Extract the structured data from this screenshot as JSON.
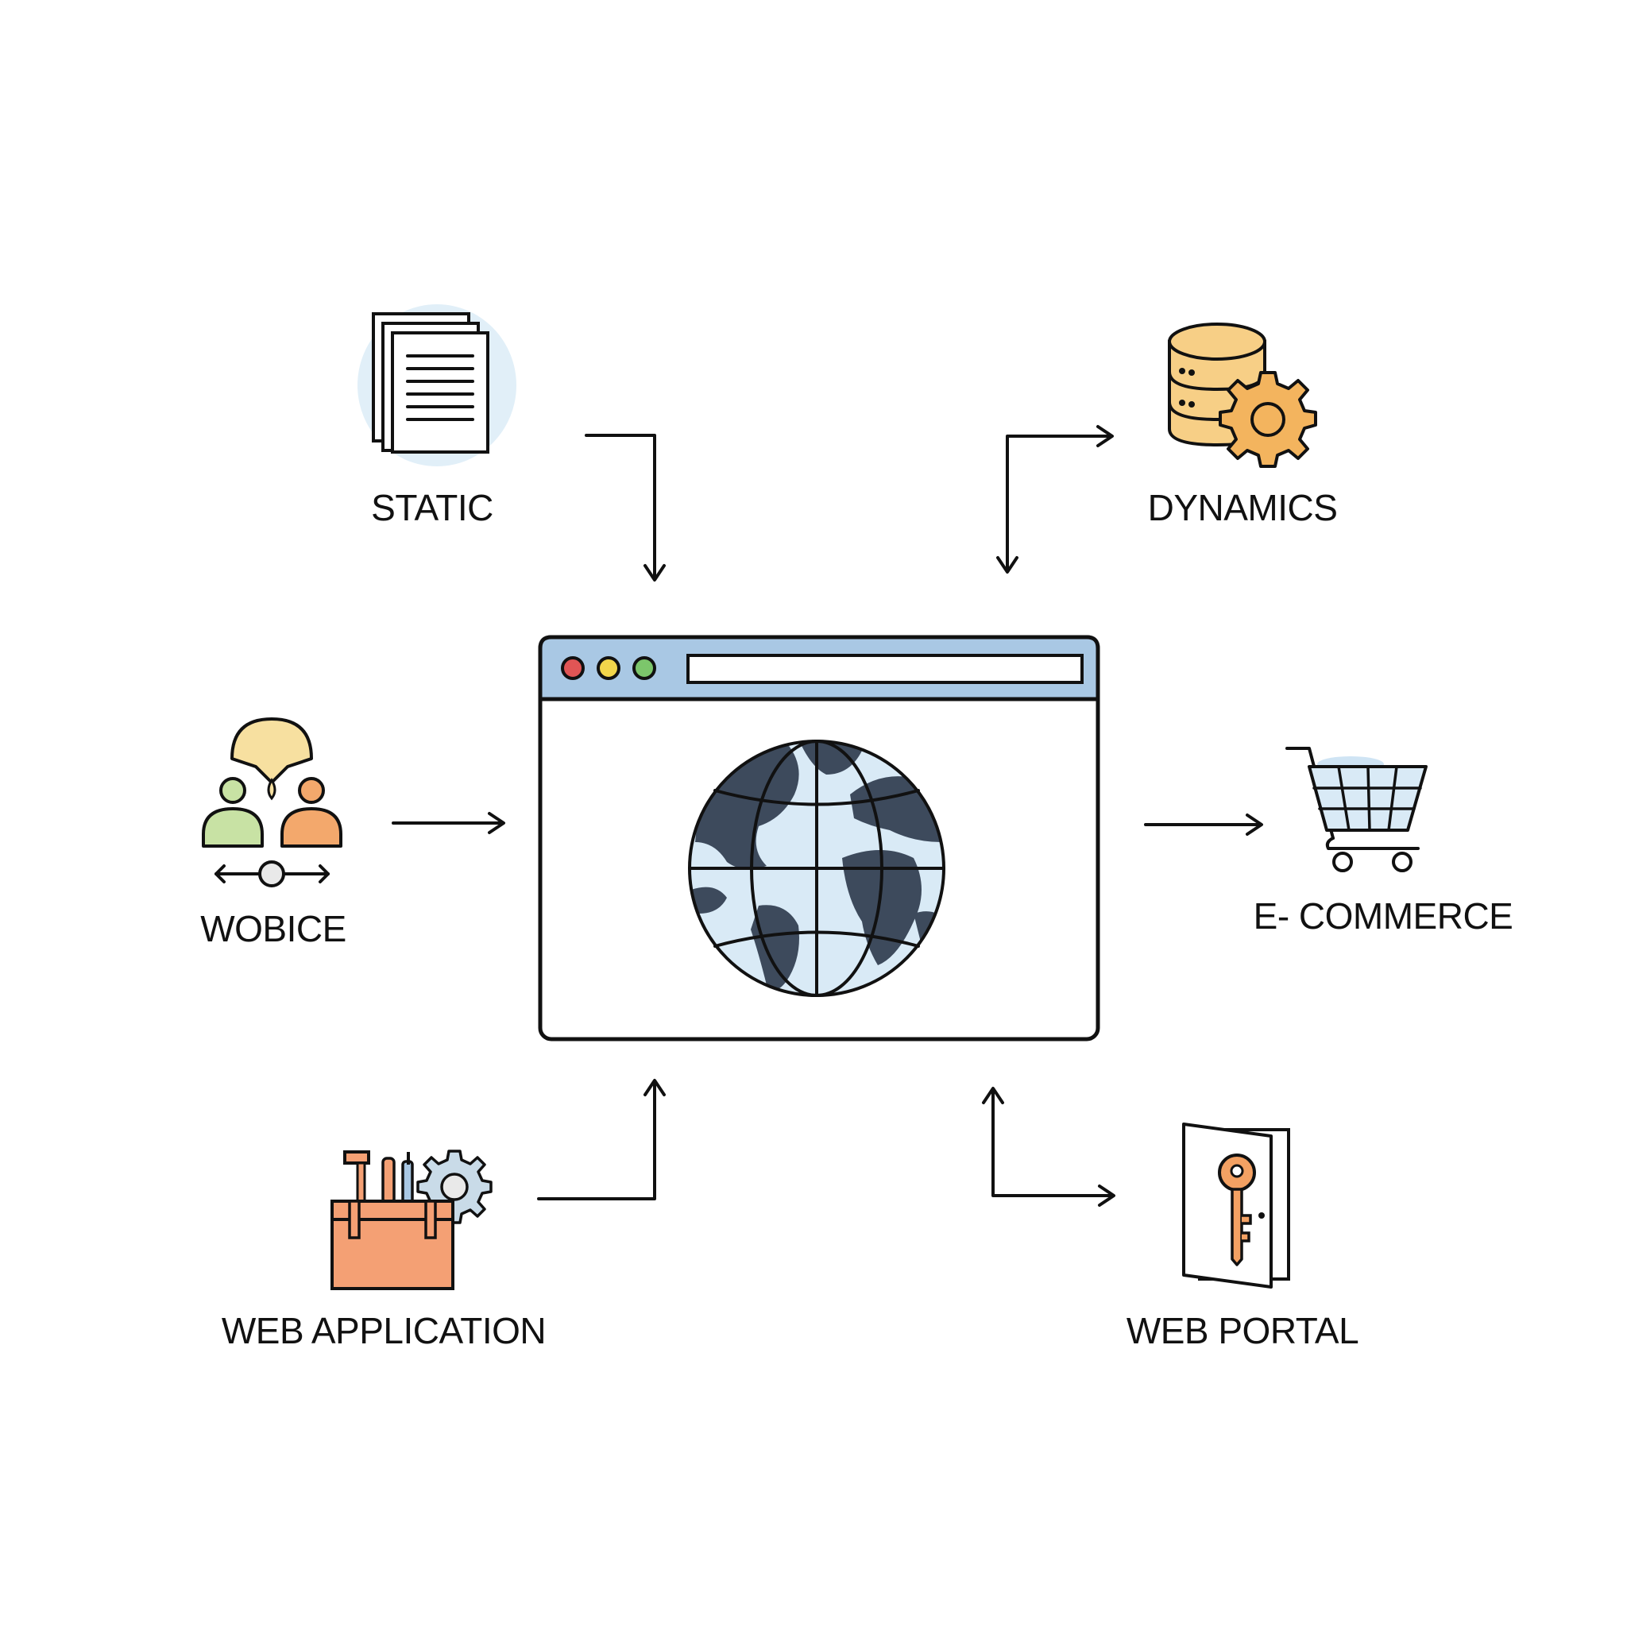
{
  "nodes": {
    "static": {
      "label": "STATIC",
      "icon": "documents-icon"
    },
    "dynamics": {
      "label": "DYNAMICS",
      "icon": "database-gear-icon"
    },
    "wobice": {
      "label": "WOBICE",
      "icon": "people-collaboration-icon"
    },
    "ecommerce": {
      "label": "E- COMMERCE",
      "icon": "shopping-cart-icon"
    },
    "web_application": {
      "label": "WEB APPLICATION",
      "icon": "toolbox-icon"
    },
    "web_portal": {
      "label": "WEB PORTAL",
      "icon": "door-key-icon"
    }
  },
  "center": {
    "icon": "browser-globe-icon"
  },
  "colors": {
    "ink": "#111111",
    "browser_bar": "#a9c8e4",
    "globe_land": "#3d4a5c",
    "globe_sea": "#d9eaf6",
    "window_red": "#e05555",
    "window_yellow": "#f2d64b",
    "window_green": "#7cc66b",
    "database": "#f7cf86",
    "gear": "#f3b45e",
    "toolbox": "#f4a074",
    "person_green": "#c8e2a4",
    "person_orange": "#f3a86c",
    "bubble": "#f7e0a0",
    "key": "#f3a163",
    "paper_tint": "#e1eff8",
    "cart_tint": "#cfe4f4"
  }
}
